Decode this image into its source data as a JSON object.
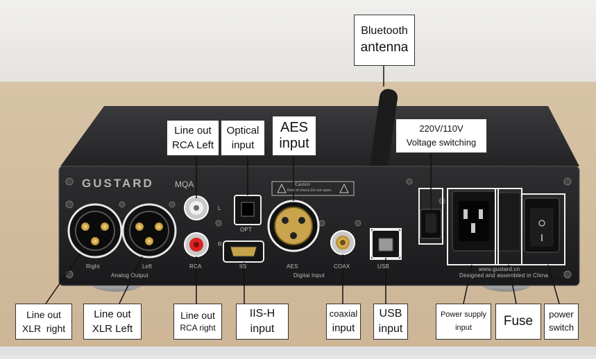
{
  "brand": {
    "logo": "GUSTARD",
    "mqa": "MQA"
  },
  "panel": {
    "port_labels": {
      "right": "Right",
      "left": "Left",
      "rca": "RCA",
      "iis": "IIS",
      "aes": "AES",
      "coax": "COAX",
      "usb": "USB",
      "opt": "OPT",
      "l": "L",
      "r": "R"
    },
    "group_labels": {
      "analog_output": "Analog Output",
      "digital_input": "Digital Input"
    },
    "caution": {
      "title": "Caution",
      "text": "Risk of shock.Do not open."
    },
    "website": "www.gustard.cn",
    "made_in": "Designed and assembled in China"
  },
  "callouts": {
    "bluetooth": [
      "Bluetooth",
      "antenna"
    ],
    "rca_left": [
      "Line out",
      "RCA Left"
    ],
    "optical": [
      "Optical",
      "input"
    ],
    "aes": [
      "AES",
      "input"
    ],
    "voltage": [
      "220V/110V",
      "Voltage switching"
    ],
    "xlr_right": [
      "Line out",
      "XLR  right"
    ],
    "xlr_left": [
      "Line out",
      "XLR Left"
    ],
    "rca_right": [
      "Line out",
      "RCA right"
    ],
    "iis": [
      "IIS-H",
      "input"
    ],
    "coaxial": [
      "coaxial",
      "input"
    ],
    "usb": [
      "USB",
      "input"
    ],
    "power_supply": [
      "Power supply",
      "input"
    ],
    "fuse": [
      "Fuse"
    ],
    "power_switch": [
      "power",
      "switch"
    ]
  }
}
